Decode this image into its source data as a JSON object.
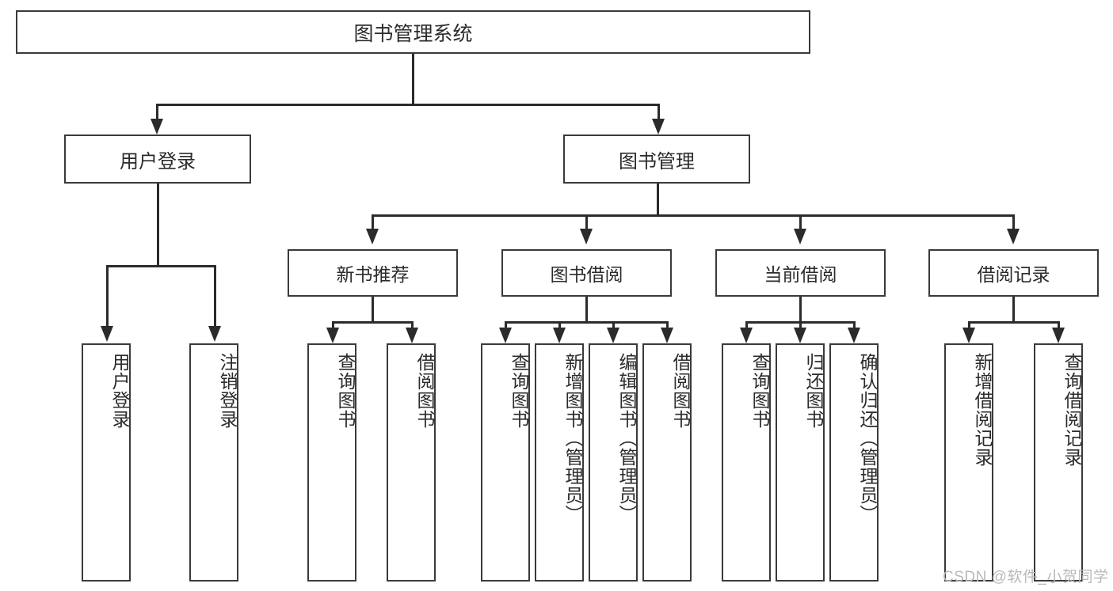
{
  "diagram": {
    "title": "图书管理系统",
    "type": "tree",
    "root": {
      "label": "图书管理系统"
    },
    "level2": [
      {
        "label": "用户登录"
      },
      {
        "label": "图书管理"
      }
    ],
    "level3": [
      {
        "label": "新书推荐"
      },
      {
        "label": "图书借阅"
      },
      {
        "label": "当前借阅"
      },
      {
        "label": "借阅记录"
      }
    ],
    "leaves": {
      "user_login": [
        {
          "label": "用户登录"
        },
        {
          "label": "注销登录"
        }
      ],
      "new_book_recommend": [
        {
          "label": "查询图书"
        },
        {
          "label": "借阅图书"
        }
      ],
      "book_borrow": [
        {
          "label": "查询图书"
        },
        {
          "label": "新增图书（管理员）"
        },
        {
          "label": "编辑图书（管理员）"
        },
        {
          "label": "借阅图书"
        }
      ],
      "current_borrow": [
        {
          "label": "查询图书"
        },
        {
          "label": "归还图书"
        },
        {
          "label": "确认归还（管理员）"
        }
      ],
      "borrow_record": [
        {
          "label": "新增借阅记录"
        },
        {
          "label": "查询借阅记录"
        }
      ]
    }
  },
  "watermark": {
    "text": "CSDN @软件_小贺同学"
  },
  "colors": {
    "stroke": "#2b2b2b",
    "background": "#ffffff",
    "watermark": "#b9b9b9"
  }
}
